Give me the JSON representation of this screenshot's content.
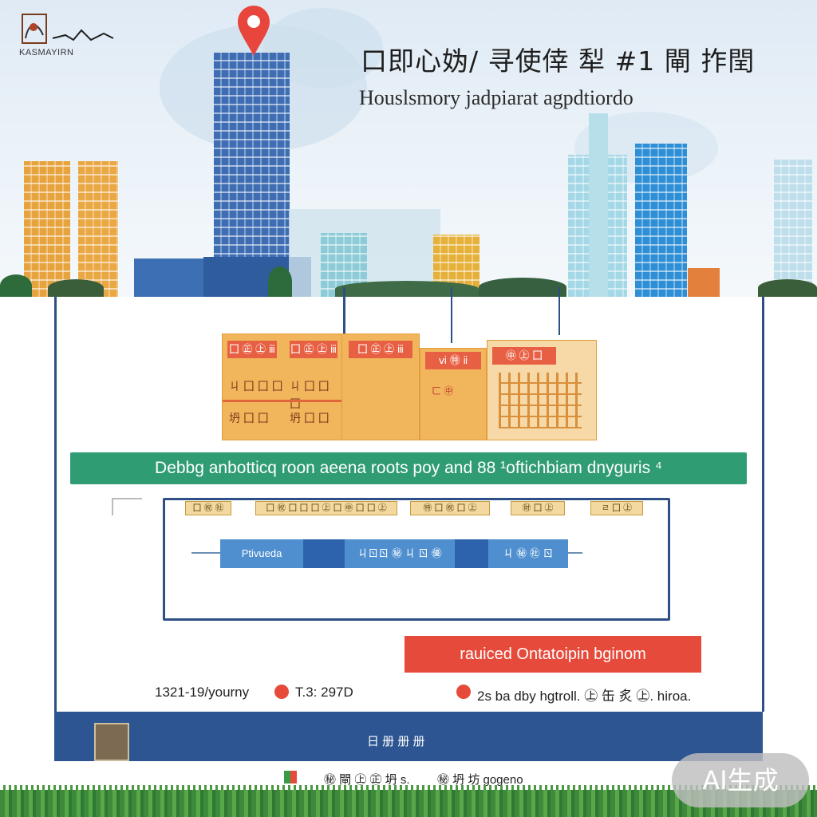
{
  "header": {
    "logo_text": "KASMAYIRN",
    "title_cn": "口即心妫/ 寻使倖 犁 #1 閘 拃閏",
    "title_en": "Houslsmory jadpiarat agpdtiordo"
  },
  "wards": {
    "left_labels": [
      "囗 ㊣ ㊤ ⅲ",
      "囗 ㊣ ㊤ ⅲ"
    ],
    "left_rows": [
      "ㄐ 囗 囗 囗",
      "ㄐ 囗 囗 囗",
      "坍 囗 囗",
      "坍 囗 囗"
    ],
    "center_label": "ⅵ ㊕ ⅱ",
    "center_mark": "ㄈ ㊥",
    "right_label": "㊥ ㊤ 囗"
  },
  "banner": {
    "text": "Debbg anbotticq roon aeena roots poy and 88 ¹oftichbiam dnyguris ⁴"
  },
  "flow": {
    "chips": [
      "囗 ㊗ ㊓",
      "囗 ㊗ 囗 囗 囗 ㊤ 囗 ㊥ 囗 囗 ㊤",
      "㊕ 囗 ㊗ 囗 ㊤",
      "㊖ 囗 ㊤",
      "ㄹ 囗 ㊤"
    ],
    "segments": [
      "Ptivueda",
      "ㄐㄖㄖ ㊙ ㄐ ㄖ ㊝",
      "ㄐ ㊙ ㊓ ㄖ"
    ]
  },
  "cta": {
    "label": "rauiced Ontatoipin bginom"
  },
  "info": {
    "left_prefix": "1321-19/yourny",
    "left_value": "T.3: 297D",
    "right_text": "2s ba dby hgtroll. ㊤ 缶 炙 ㊤. hiroa."
  },
  "footer": {
    "text": "日 册 册 册"
  },
  "bottom": {
    "left_note": "㊙ 閘 ㊤ ㊣ 坍 s.",
    "right_note": "㊙ 坍 坊 gogeno"
  },
  "badge": {
    "text": "AI生成"
  },
  "colors": {
    "navy": "#2d4f86",
    "green_banner": "#2f9c74",
    "orange_ward": "#f1b65c",
    "red_accent": "#e64a3b",
    "blue_segment": "#4f8fd0",
    "footer_blue": "#2c5591"
  },
  "icons": [
    "location-pin-icon",
    "logo-mark-icon",
    "red-dot-icon"
  ]
}
